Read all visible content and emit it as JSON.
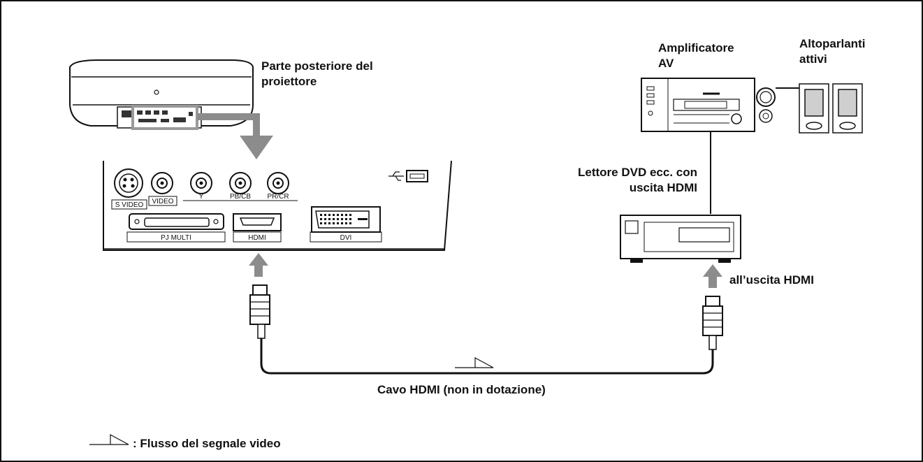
{
  "labels": {
    "projector_rear": [
      "Parte posteriore del",
      "proiettore"
    ],
    "av_amplifier": [
      "Amplificatore",
      "AV"
    ],
    "active_speakers": [
      "Altoparlanti",
      "attivi"
    ],
    "dvd_player": [
      "Lettore DVD ecc. con",
      "uscita HDMI"
    ],
    "to_hdmi_output": "all’uscita HDMI",
    "hdmi_cable": "Cavo HDMI (non in dotazione)",
    "legend": ": Flusso del segnale video"
  },
  "ports": {
    "s_video": "S VIDEO",
    "video": "VIDEO",
    "y": "Y",
    "pb_cb": "PB/CB",
    "pr_cr": "PR/CR",
    "pj_multi": "PJ MULTI",
    "hdmi": "HDMI",
    "dvi": "DVI"
  },
  "colors": {
    "line": "#111111",
    "arrow_gray": "#8c8c8c",
    "highlight": "#9a9a9a"
  }
}
